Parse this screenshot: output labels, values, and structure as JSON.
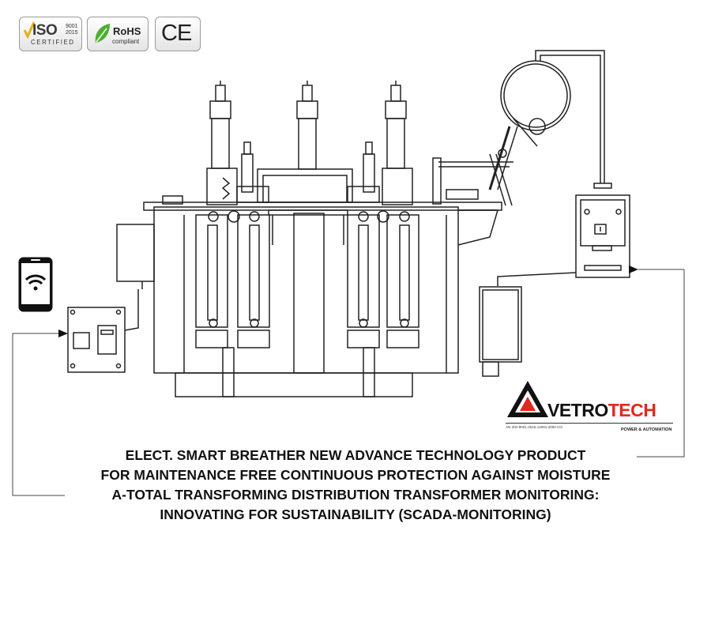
{
  "certifications": {
    "iso": {
      "main": "ISO",
      "year1": "9001",
      "year2": "2015",
      "sub": "CERTIFIED"
    },
    "rohs": {
      "main": "RoHS",
      "sub": "compliant"
    },
    "ce": {
      "mark": "CE"
    }
  },
  "brand": {
    "part1": "VETRO",
    "part2": "TECH",
    "tagline": "POWER & AUTOMATION",
    "iso_line": "AN ISO-9001-2015-14001-2000 CO.",
    "colors": {
      "dark": "#111111",
      "red": "#e0291f"
    }
  },
  "heading_lines": [
    "ELECT. SMART BREATHER NEW ADVANCE TECHNOLOGY PRODUCT",
    "FOR MAINTENANCE FREE CONTINUOUS PROTECTION AGAINST MOISTURE",
    "A-TOTAL TRANSFORMING DISTRIBUTION TRANSFORMER MONITORING:",
    "INNOVATING FOR SUSTAINABILITY (SCADA-MONITORING)"
  ],
  "icons": [
    "iso-check-icon",
    "leaf-icon",
    "smartphone-wifi-icon",
    "arrow-right-icon"
  ]
}
